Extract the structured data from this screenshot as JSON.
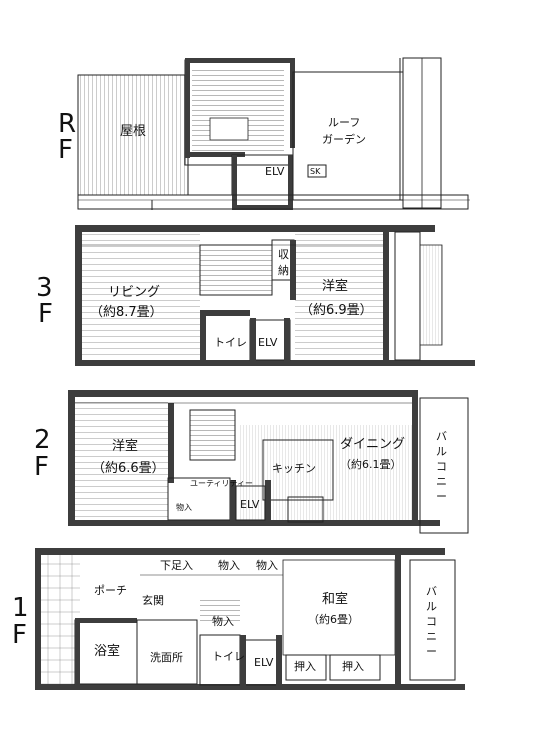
{
  "floors": {
    "rf": {
      "label_line1": "R",
      "label_line2": "F",
      "rooms": {
        "yane": "屋根",
        "roof_garden_1": "ルーフ",
        "roof_garden_2": "ガーデン",
        "elv": "ELV",
        "sk": "SK"
      }
    },
    "f3": {
      "label_line1": "3",
      "label_line2": "F",
      "rooms": {
        "living_1": "リビング",
        "living_2": "（約8.7畳）",
        "youshitsu_1": "洋室",
        "youshitsu_2": "（約6.9畳）",
        "shuno_1": "収",
        "shuno_2": "納",
        "toilet": "トイレ",
        "elv": "ELV"
      }
    },
    "f2": {
      "label_line1": "2",
      "label_line2": "F",
      "rooms": {
        "youshitsu_1": "洋室",
        "youshitsu_2": "（約6.6畳）",
        "kitchen": "キッチン",
        "dining_1": "ダイニング",
        "dining_2": "（約6.1畳）",
        "utility": "ユーティリティー",
        "elv": "ELV",
        "monoire": "物入",
        "balcony": [
          "バ",
          "ル",
          "コ",
          "ニ",
          "ー"
        ]
      }
    },
    "f1": {
      "label_line1": "1",
      "label_line2": "F",
      "rooms": {
        "shitaashiire": "下足入",
        "monoire_a": "物入",
        "monoire_b": "物入",
        "porch": "ポーチ",
        "genkan": "玄関",
        "monoire_c": "物入",
        "washitsu_1": "和室",
        "washitsu_2": "（約6畳）",
        "bath": "浴室",
        "senmenjo": "洗面所",
        "toilet": "トイレ",
        "elv": "ELV",
        "oshiire_a": "押入",
        "oshiire_b": "押入",
        "balcony": [
          "バ",
          "ル",
          "コ",
          "ニ",
          "ー"
        ]
      }
    }
  }
}
